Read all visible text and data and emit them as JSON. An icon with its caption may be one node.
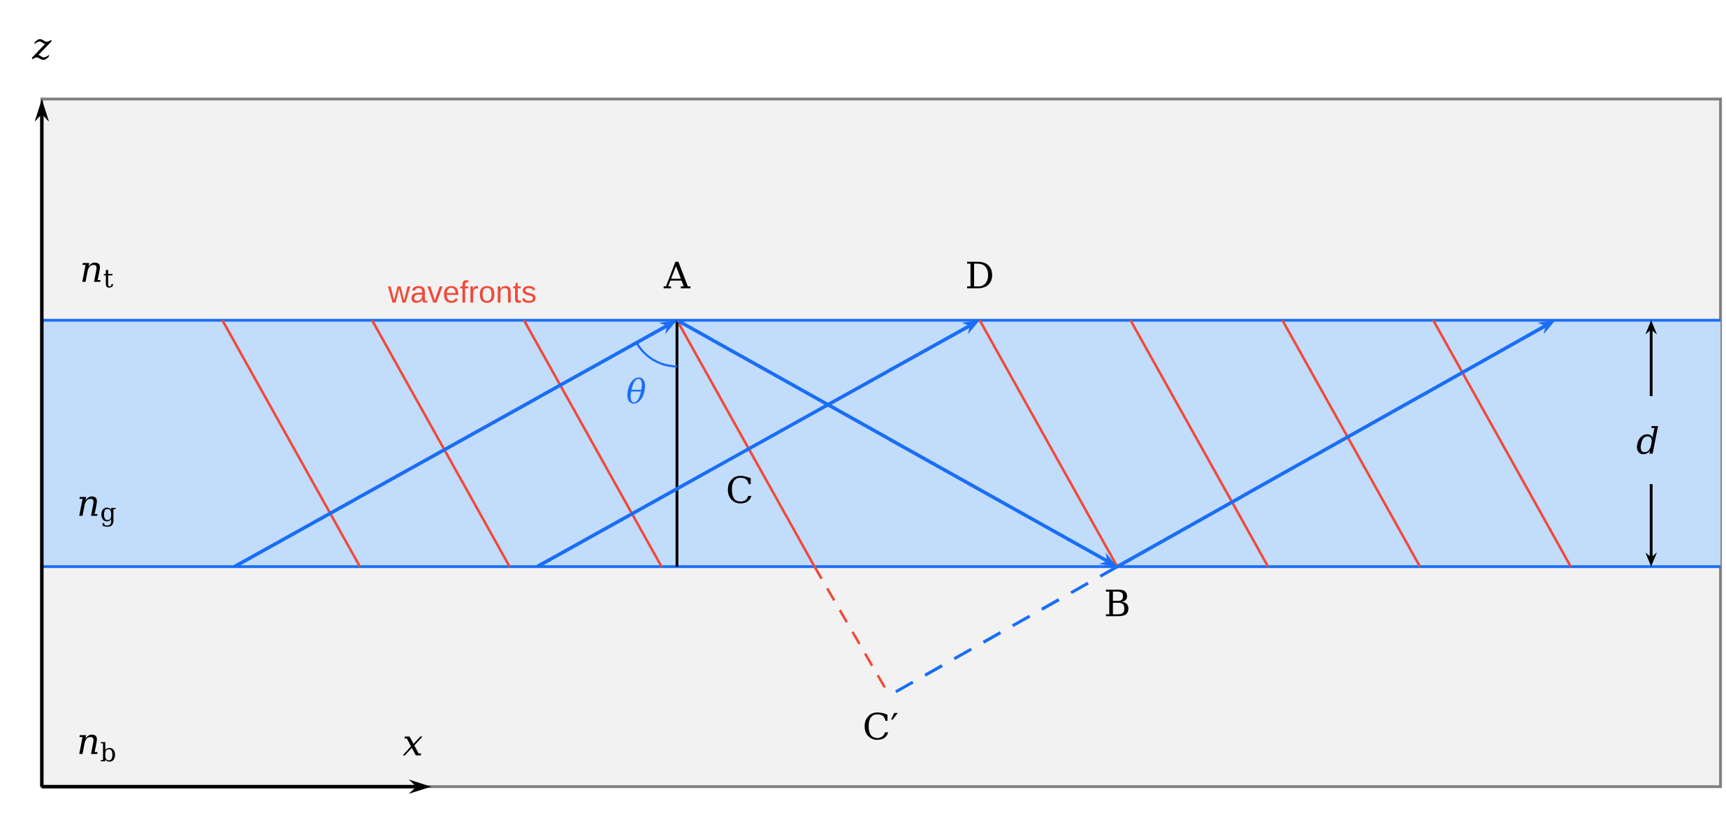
{
  "diagram": {
    "labels": [
      "z",
      "*n*$_{t}$",
      "wavefronts",
      "A",
      "D",
      "θ",
      "d",
      "C",
      "*n*$_{g}$",
      "B",
      "C′",
      "*n*$_{b}$",
      "x"
    ]
  }
}
